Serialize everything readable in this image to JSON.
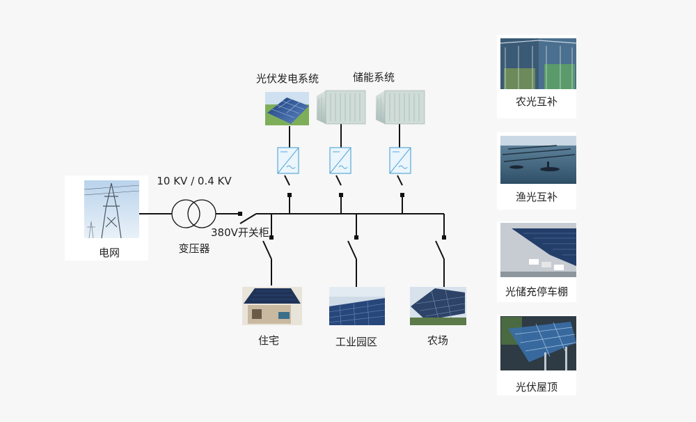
{
  "labels": {
    "grid": "电网",
    "voltage": "10 KV / 0.4 KV",
    "transformer": "变压器",
    "switchgear": "380V开关柜",
    "pv_system": "光伏发电系统",
    "storage_system": "储能系统",
    "residential": "住宅",
    "industrial_park": "工业园区",
    "farm": "农场"
  },
  "applications": [
    {
      "label": "农光互补"
    },
    {
      "label": "渔光互补"
    },
    {
      "label": "光储充停车棚"
    },
    {
      "label": "光伏屋顶"
    }
  ],
  "colors": {
    "line": "#111111",
    "inverter_stroke": "#5aa8d8",
    "inverter_fill": "#eaf5fc",
    "panel": "#ffffff",
    "background": "#f7f7f7"
  }
}
